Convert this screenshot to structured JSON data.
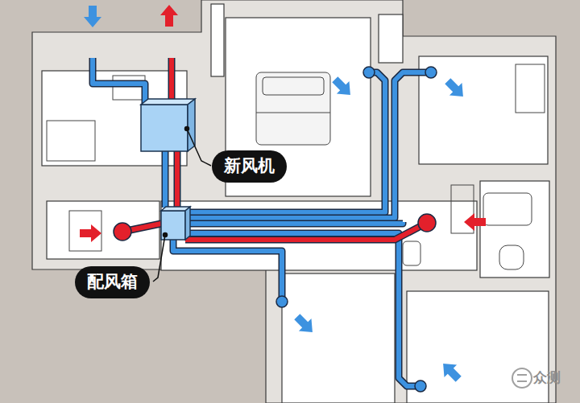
{
  "diagram": {
    "nodes": [
      {
        "text": [
          "新风机"
        ]
      },
      {
        "text": [
          "配风箱"
        ]
      }
    ],
    "labels": [
      "众测"
    ]
  }
}
